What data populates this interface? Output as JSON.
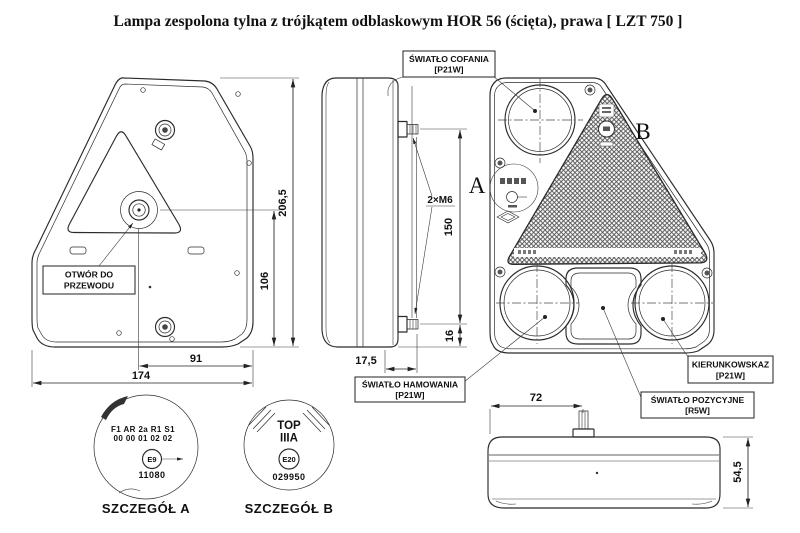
{
  "title": "Lampa zespolona tylna z trójkątem odblaskowym HOR 56 (ścięta), prawa [ LZT 750 ]",
  "rear_view": {
    "hole_label_line1": "OTWÓR DO",
    "hole_label_line2": "PRZEWODU",
    "dim_total_height": "206,5",
    "dim_hole_to_bottom": "106",
    "dim_hole_to_edge": "91",
    "dim_total_width": "174"
  },
  "side_view": {
    "studs_label": "2×M6",
    "dim_stud_spacing": "150",
    "dim_stud_to_bottom": "16",
    "dim_stud_offset": "17,5"
  },
  "front_view": {
    "letter_a": "A",
    "letter_b": "B",
    "reversing_light": {
      "name": "ŚWIATŁO COFANIA",
      "bulb": "[P21W]"
    },
    "brake_light": {
      "name": "ŚWIATŁO HAMOWANIA",
      "bulb": "[P21W]"
    },
    "turn_signal": {
      "name": "KIERUNKOWSKAZ",
      "bulb": "[P21W]"
    },
    "position_light": {
      "name": "ŚWIATŁO POZYCYJNE",
      "bulb": "[R5W]"
    }
  },
  "detail_a": {
    "marking_row1": "F1 AR 2a R1 S1",
    "marking_row2": "00 00 01 02 02",
    "e_mark": "E9",
    "approval_number": "11080",
    "caption": "SZCZEGÓŁ A"
  },
  "detail_b": {
    "marking_line1": "TOP",
    "marking_line2": "IIIA",
    "e_mark": "E20",
    "approval_number": "029950",
    "caption": "SZCZEGÓŁ B"
  },
  "top_view": {
    "dim_stud_position": "72",
    "dim_depth": "54,5"
  }
}
